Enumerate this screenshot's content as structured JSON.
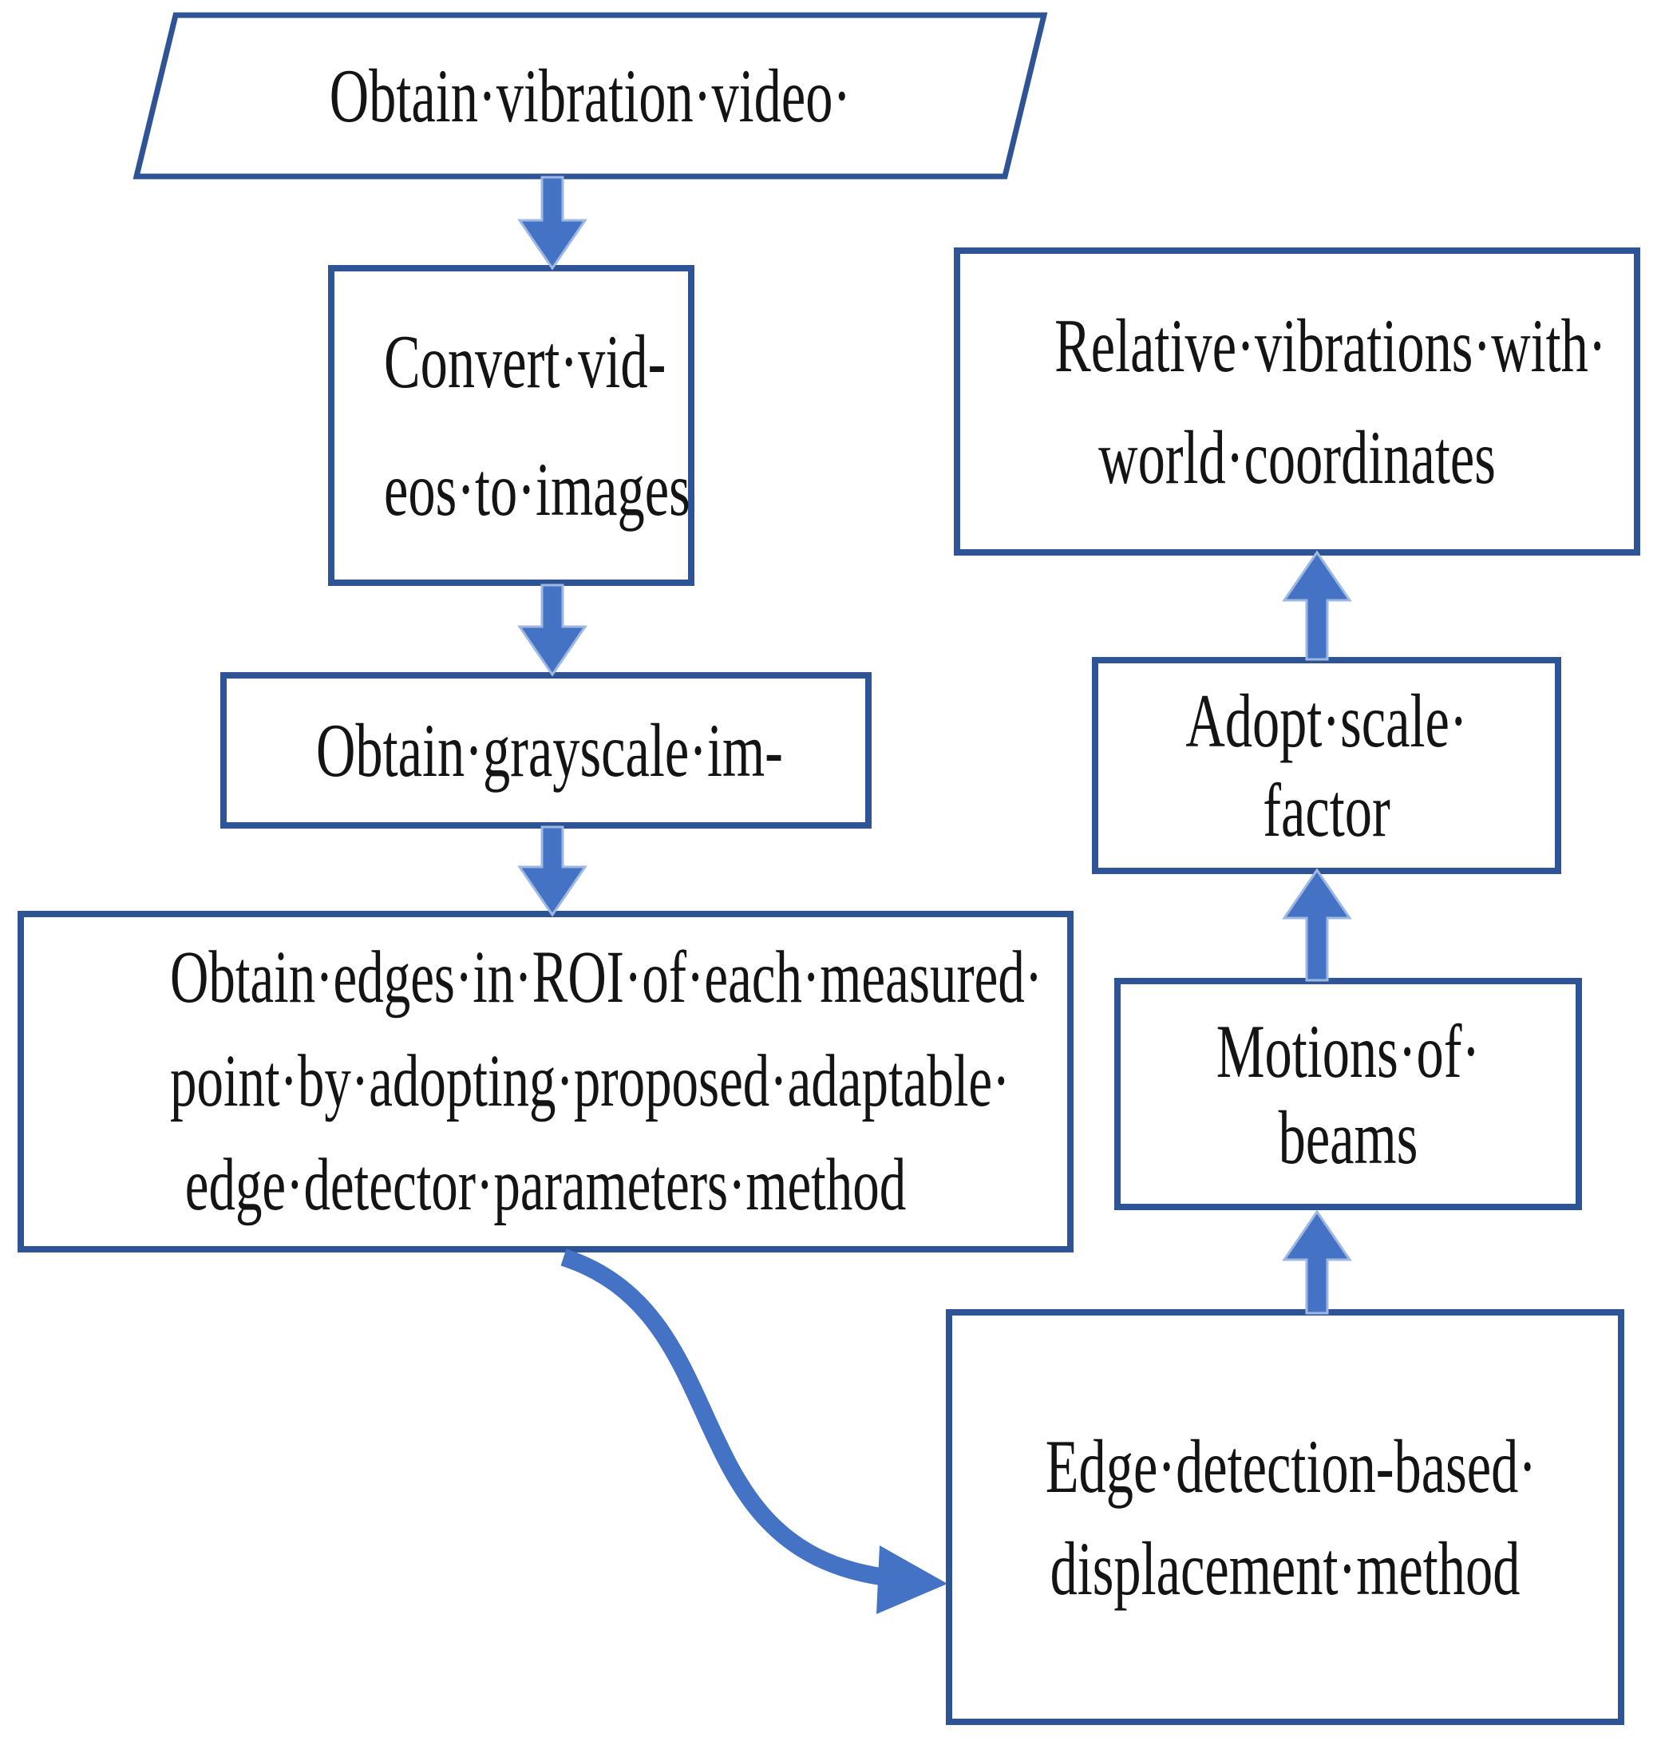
{
  "diagram": {
    "colors": {
      "border": "#2F5496",
      "arrow": "#4472C4",
      "arrow_light": "#9FB8E2",
      "text": "#141414",
      "bg": "#FFFFFF"
    },
    "nodes": {
      "obtain_video": {
        "shape": "parallelogram",
        "lines": [
          "Obtain·vibration·video·"
        ]
      },
      "convert_videos": {
        "shape": "rect",
        "lines": [
          "Convert·vid-",
          "eos·to·images"
        ]
      },
      "obtain_grayscale": {
        "shape": "rect",
        "lines": [
          "Obtain·grayscale·im-"
        ]
      },
      "obtain_edges": {
        "shape": "rect",
        "lines": [
          "Obtain·edges·in·ROI·of·each·measured·",
          "point·by·adopting·proposed·adaptable·",
          "edge·detector·parameters·method"
        ]
      },
      "relative_vibrations": {
        "shape": "rect",
        "lines": [
          "Relative·vibrations·with·",
          "world·coordinates"
        ]
      },
      "adopt_scale": {
        "shape": "rect",
        "lines": [
          "Adopt·scale·",
          "factor"
        ]
      },
      "motions_beams": {
        "shape": "rect",
        "lines": [
          "Motions·of·",
          "beams"
        ]
      },
      "edge_detection": {
        "shape": "rect",
        "lines": [
          "Edge·detection-based·",
          "displacement·method"
        ]
      }
    },
    "edges": [
      {
        "from": "obtain_video",
        "to": "convert_videos",
        "style": "straight-down"
      },
      {
        "from": "convert_videos",
        "to": "obtain_grayscale",
        "style": "straight-down"
      },
      {
        "from": "obtain_grayscale",
        "to": "obtain_edges",
        "style": "straight-down"
      },
      {
        "from": "obtain_edges",
        "to": "edge_detection",
        "style": "curved-s"
      },
      {
        "from": "edge_detection",
        "to": "motions_beams",
        "style": "straight-up"
      },
      {
        "from": "motions_beams",
        "to": "adopt_scale",
        "style": "straight-up"
      },
      {
        "from": "adopt_scale",
        "to": "relative_vibrations",
        "style": "straight-up"
      }
    ]
  }
}
